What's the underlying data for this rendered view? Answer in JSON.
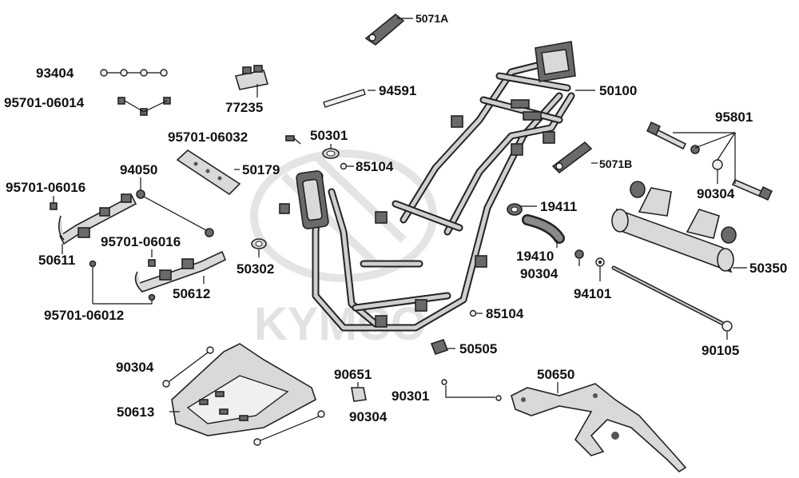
{
  "watermark": {
    "brand": "KYMCO"
  },
  "labels": {
    "p5071A": "5071A",
    "p93404": "93404",
    "p95701_06014": "95701-06014",
    "p77235": "77235",
    "p94591": "94591",
    "p50100": "50100",
    "p95701_06032": "95701-06032",
    "p50301": "50301",
    "p50179": "50179",
    "p85104a": "85104",
    "p95801": "95801",
    "p94050": "94050",
    "p95701_06016a": "95701-06016",
    "p5071B": "5071B",
    "p90304a": "90304",
    "p19411": "19411",
    "p95701_06016b": "95701-06016",
    "p50611": "50611",
    "p50302": "50302",
    "p19410": "19410",
    "p90304b": "90304",
    "p50350": "50350",
    "p50612": "50612",
    "p94101": "94101",
    "p95701_06012": "95701-06012",
    "p85104b": "85104",
    "p90105": "90105",
    "p50505": "50505",
    "p90304c": "90304",
    "p90651": "90651",
    "p50650": "50650",
    "p90301": "90301",
    "p50613": "50613",
    "p90304d": "90304"
  }
}
